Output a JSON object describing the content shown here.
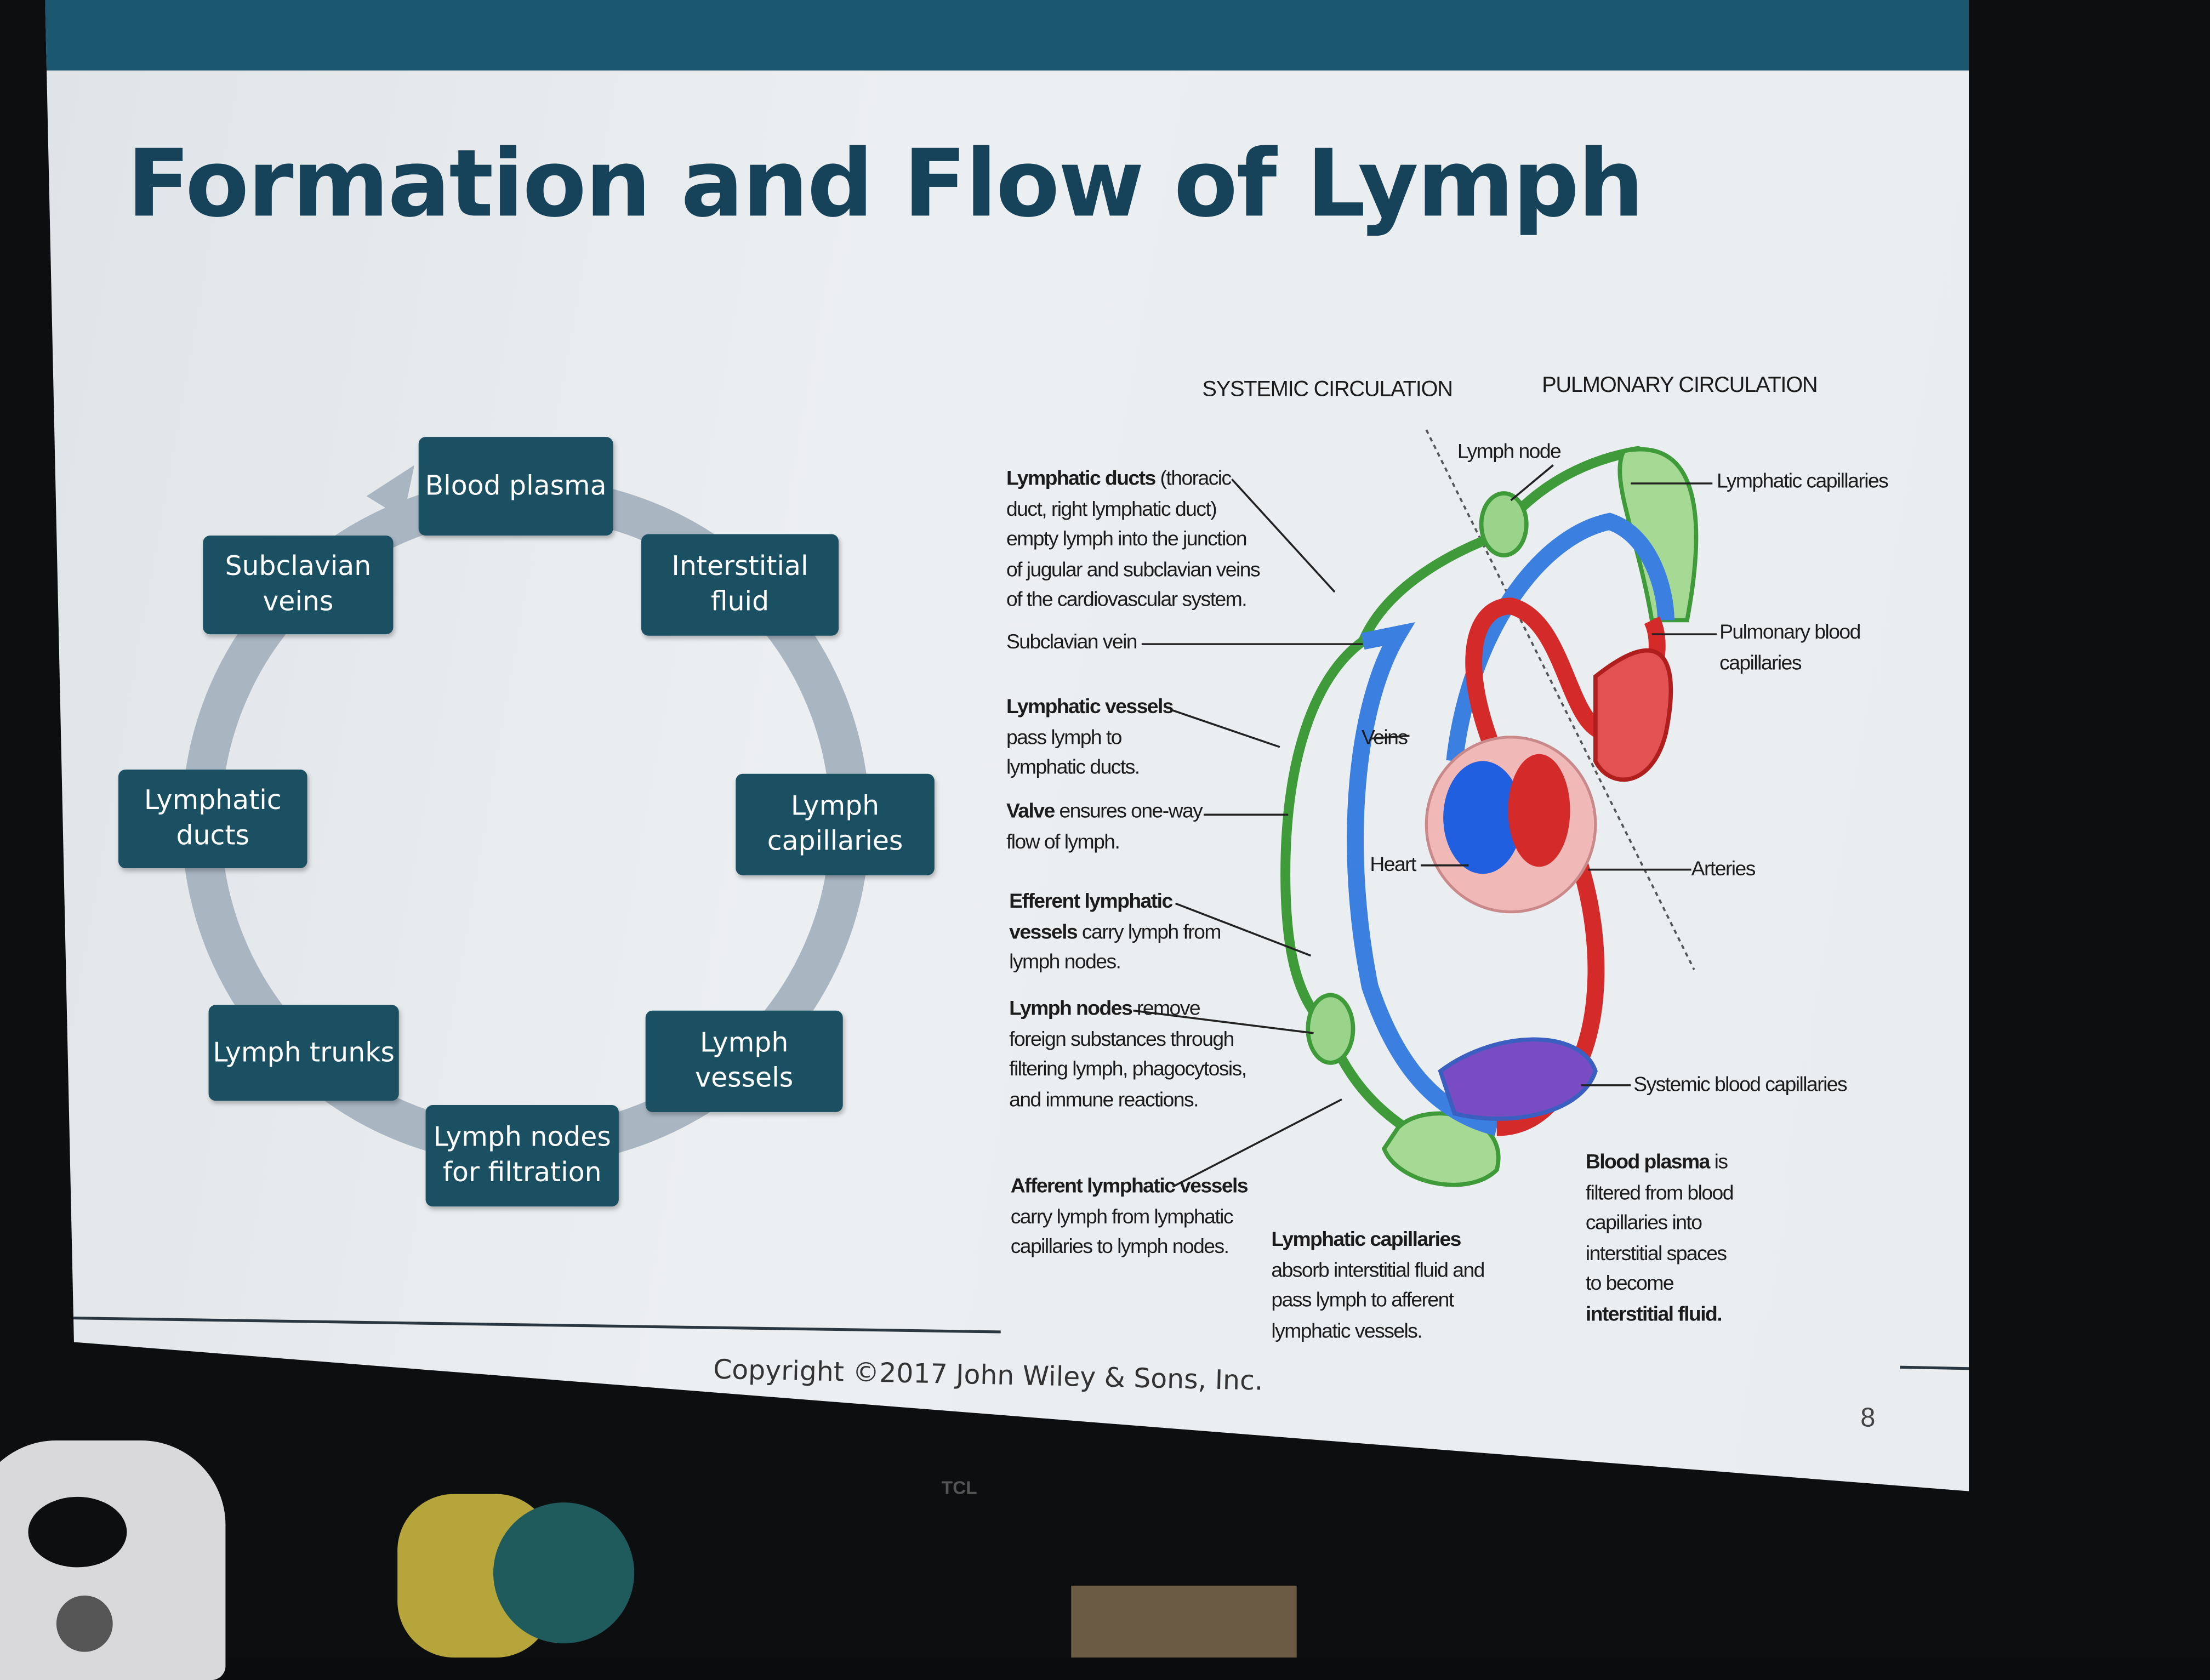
{
  "slide": {
    "title": "Formation and Flow of Lymph",
    "copyright": "Copyright ©2017 John Wiley & Sons, Inc.",
    "page_number": "8",
    "colors": {
      "topbar": "#1c5770",
      "box": "#1b4f62",
      "title": "#17435a",
      "ring": "#a9b6c2"
    }
  },
  "cycle": {
    "steps": [
      "Blood plasma",
      "Interstitial fluid",
      "Lymph capillaries",
      "Lymph vessels",
      "Lymph nodes for filtration",
      "Lymph trunks",
      "Lymphatic ducts",
      "Subclavian veins"
    ]
  },
  "diagram": {
    "header_systemic": "SYSTEMIC CIRCULATION",
    "header_pulmonary": "PULMONARY CIRCULATION",
    "labels": {
      "ducts_bold": "Lymphatic ducts",
      "ducts_text": " (thoracic duct, right lymphatic duct) empty lymph into the junction of jugular and subclavian veins of the cardiovascular system.",
      "subclavian": "Subclavian vein",
      "vessels_bold": "Lymphatic vessels",
      "vessels_text": " pass lymph to lymphatic ducts.",
      "valve_bold": "Valve",
      "valve_text": " ensures one-way flow of lymph.",
      "efferent_bold": "Efferent lymphatic vessels",
      "efferent_text": " carry lymph from lymph nodes.",
      "nodes_bold": "Lymph nodes",
      "nodes_text": " remove foreign substances through filtering lymph, phagocytosis, and immune reactions.",
      "afferent_bold": "Afferent lymphatic vessels",
      "afferent_text": " carry lymph from lymphatic capillaries to lymph nodes.",
      "lcap_bold": "Lymphatic capillaries",
      "lcap_text": " absorb interstitial fluid and pass lymph to afferent lymphatic vessels.",
      "plasma_bold": "Blood plasma",
      "plasma_text": " is filtered from blood capillaries into interstitial spaces to become ",
      "plasma_bold2": "interstitial fluid.",
      "lymph_node": "Lymph node",
      "lymphatic_capillaries": "Lymphatic capillaries",
      "pulmonary_caps": "Pulmonary blood capillaries",
      "veins": "Veins",
      "heart": "Heart",
      "arteries": "Arteries",
      "systemic_caps": "Systemic blood capillaries"
    }
  },
  "monitor": {
    "brand": "TCL"
  }
}
